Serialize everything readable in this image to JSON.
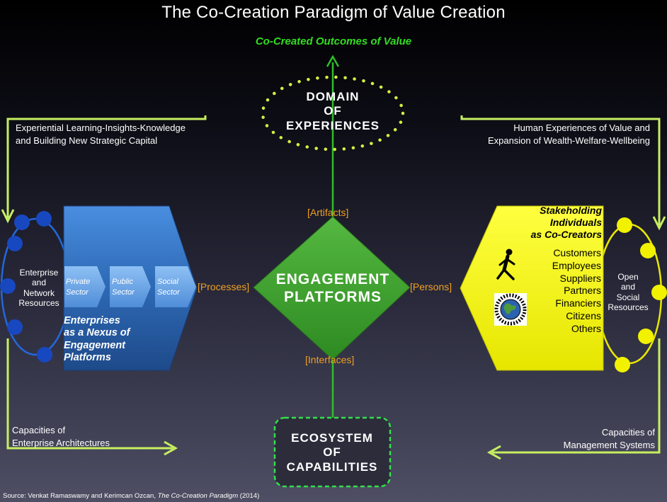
{
  "title": "The Co-Creation Paradigm of Value Creation",
  "outcome": "Co-Created  Outcomes of Value",
  "domain": {
    "line1": "DOMAIN",
    "line2": "OF",
    "line3": "EXPERIENCES"
  },
  "ecosystem": {
    "line1": "ECOSYSTEM",
    "line2": "OF",
    "line3": "CAPABILITIES"
  },
  "engagement": {
    "line1": "ENGAGEMENT",
    "line2": "PLATFORMS"
  },
  "tags": {
    "artifacts": "[Artifacts]",
    "interfaces": "[Interfaces]",
    "processes": "[Processes]",
    "persons": "[Persons]"
  },
  "feedback": {
    "top_left_line1": "Experiential Learning-Insights-Knowledge",
    "top_left_line2": "and Building New Strategic Capital",
    "top_right_line1": "Human Experiences of Value and",
    "top_right_line2": "Expansion of Wealth-Welfare-Wellbeing",
    "bottom_left_line1": "Capacities of",
    "bottom_left_line2": "Enterprise Architectures",
    "bottom_right_line1": "Capacities of",
    "bottom_right_line2": "Management Systems"
  },
  "enterprise": {
    "ring_line1": "Enterprise",
    "ring_line2": "and",
    "ring_line3": "Network",
    "ring_line4": "Resources",
    "steps": [
      {
        "line1": "Private",
        "line2": "Sector"
      },
      {
        "line1": "Public",
        "line2": "Sector"
      },
      {
        "line1": "Social",
        "line2": "Sector"
      }
    ],
    "nexus_line1": "Enterprises",
    "nexus_line2": "as a Nexus of",
    "nexus_line3": "Engagement",
    "nexus_line4": "Platforms"
  },
  "stakeholders": {
    "title_line1": "Stakeholding",
    "title_line2": "Individuals",
    "title_line3": "as Co-Creators",
    "list": [
      "Customers",
      "Employees",
      "Suppliers",
      "Partners",
      "Financiers",
      "Citizens",
      "Others"
    ],
    "ring_line1": "Open",
    "ring_line2": "and",
    "ring_line3": "Social",
    "ring_line4": "Resources",
    "icons": [
      "walking-person-icon",
      "globe-badge-icon"
    ]
  },
  "source": {
    "prefix": "Source: Venkat Ramaswamy and Kerimcan Ozcan, ",
    "book": "The Co-Creation Paradigm",
    "suffix": " (2014)"
  },
  "colors": {
    "green": "#33dd22",
    "diamond": "#3c9a2e",
    "orange": "#f0a020",
    "yellow": "#f2f200",
    "blue": "#2f6cb8",
    "ring_blue": "#1d57c8"
  }
}
